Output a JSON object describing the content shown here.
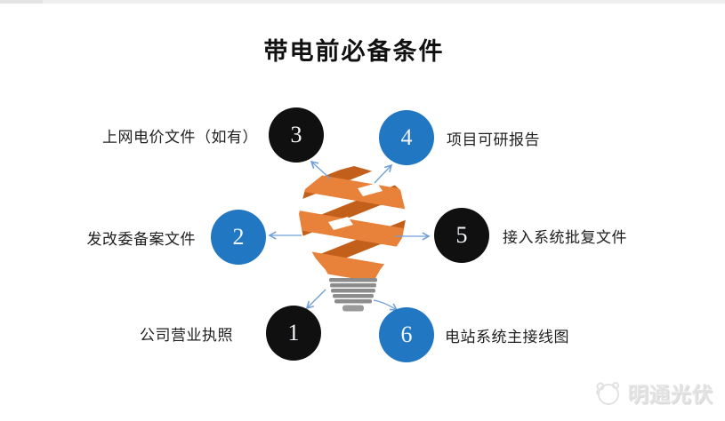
{
  "title": "带电前必备条件",
  "colors": {
    "blue-circle": "#2277C2",
    "black-circle": "#101010",
    "orange-light": "#E8813A",
    "orange-dark": "#C2601B",
    "arrow": "#6f9fd8",
    "base-gray": "#8C8C8C",
    "watermark-gray": "#e2e2e2"
  },
  "diagram": {
    "center_icon": "ribbon-lightbulb-icon",
    "items": [
      {
        "number": "1",
        "label": "公司营业执照",
        "color": "#101010",
        "side": "left"
      },
      {
        "number": "2",
        "label": "发改委备案文件",
        "color": "#2277C2",
        "side": "left"
      },
      {
        "number": "3",
        "label": "上网电价文件（如有）",
        "color": "#101010",
        "side": "left"
      },
      {
        "number": "4",
        "label": "项目可研报告",
        "color": "#2277C2",
        "side": "right"
      },
      {
        "number": "5",
        "label": "接入系统批复文件",
        "color": "#101010",
        "side": "right"
      },
      {
        "number": "6",
        "label": "电站系统主接线图",
        "color": "#2277C2",
        "side": "right"
      }
    ]
  },
  "watermark": {
    "logo_icon": "mingtong-logo-icon",
    "text": "明通光伏"
  }
}
